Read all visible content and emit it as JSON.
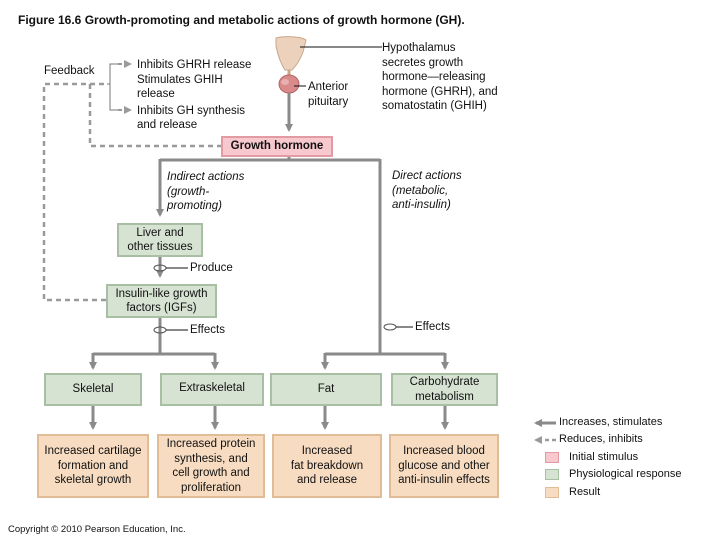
{
  "figure": {
    "title": "Figure 16.6  Growth-promoting and metabolic actions of growth hormone (GH).",
    "copyright": "Copyright © 2010 Pearson Education, Inc."
  },
  "feedback": {
    "label": "Feedback",
    "lines": [
      "Inhibits GHRH release",
      "Stimulates GHIH",
      "release",
      "Inhibits GH synthesis",
      "and release"
    ]
  },
  "pituitary": {
    "label_lines": [
      "Anterior",
      "pituitary"
    ],
    "hypothalamus_lines": [
      "Hypothalamus",
      "secretes growth",
      "hormone—releasing",
      "hormone (GHRH), and",
      "somatostatin (GHIH)"
    ]
  },
  "growth_hormone": {
    "label": "Growth hormone"
  },
  "indirect": {
    "lines": [
      "Indirect actions",
      "(growth-",
      "promoting)"
    ]
  },
  "direct": {
    "lines": [
      "Direct actions",
      "(metabolic,",
      "anti-insulin)"
    ]
  },
  "liver": {
    "lines": [
      "Liver and",
      "other tissues"
    ]
  },
  "produce": {
    "label": "Produce"
  },
  "igf": {
    "lines": [
      "Insulin-like growth",
      "factors (IGFs)"
    ]
  },
  "effects_left": {
    "label": "Effects"
  },
  "effects_right": {
    "label": "Effects"
  },
  "targets": {
    "skeletal": "Skeletal",
    "extraskeletal": "Extraskeletal",
    "fat": "Fat",
    "carb_lines": [
      "Carbohydrate",
      "metabolism"
    ]
  },
  "results": {
    "r1": [
      "Increased cartilage",
      "formation and",
      "skeletal growth"
    ],
    "r2": [
      "Increased protein",
      "synthesis, and",
      "cell growth and",
      "proliferation"
    ],
    "r3": [
      "Increased",
      "fat breakdown",
      "and release"
    ],
    "r4": [
      "Increased blood",
      "glucose and other",
      "anti-insulin effects"
    ]
  },
  "legend": {
    "increases": "Increases, stimulates",
    "reduces": "Reduces, inhibits",
    "initial": "Initial stimulus",
    "physio": "Physiological response",
    "result": "Result"
  },
  "colors": {
    "initial_fill": "#f7c9ce",
    "physio_fill": "#d6e2d2",
    "result_fill": "#f7dcc1",
    "arrow": "#8a8a8a",
    "feedback_dash": "#9a9a9a",
    "gland": "#d98a8a"
  }
}
